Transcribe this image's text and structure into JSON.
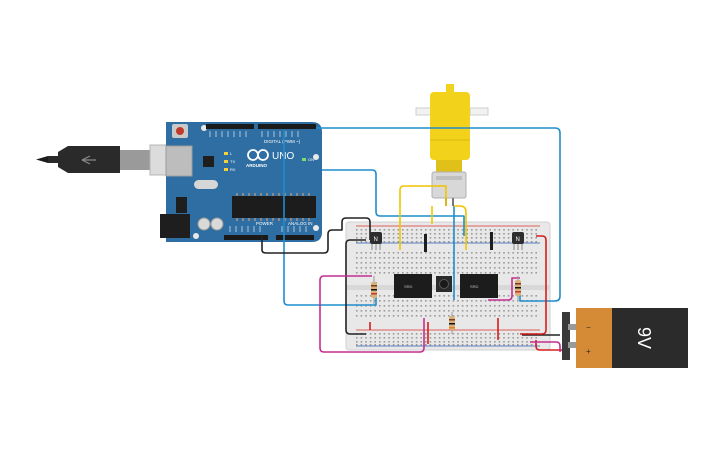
{
  "canvas": {
    "background": "#ffffff"
  },
  "arduino": {
    "brand": "ARDUINO",
    "model": "UNO",
    "digital_label": "DIGITAL (PWM ~)",
    "power_label": "POWER",
    "analog_label": "ANALOG IN",
    "tx_label": "TX",
    "rx_label": "RX",
    "l_label": "L",
    "on_label": "ON",
    "board_color": "#2f6ea3"
  },
  "battery": {
    "label": "9V",
    "plus_symbol": "+",
    "minus_symbol": "−",
    "cap_color": "#d58a35",
    "body_color": "#2b2b2b"
  },
  "breadboard": {
    "color": "#e8e8e8",
    "rail_red": "#d9342b",
    "rail_blue": "#2b5fb8"
  },
  "transistors": [
    {
      "label": "N"
    },
    {
      "label": "N"
    }
  ],
  "relays": [
    {
      "label": "SRD"
    },
    {
      "label": "SRD"
    }
  ],
  "motor": {
    "body_color": "#f2d21b"
  },
  "wire_colors": {
    "blue": "#1f8dcc",
    "yellow": "#f1c400",
    "black": "#222222",
    "red": "#d61e1e",
    "magenta": "#c42f8f"
  }
}
